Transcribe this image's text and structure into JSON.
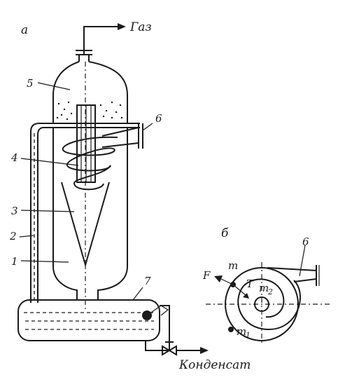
{
  "figure": {
    "panel_a_label": "а",
    "panel_b_label": "б",
    "gas_label": "Газ",
    "condensate_label": "Конденсат",
    "callouts_a": [
      "1",
      "2",
      "3",
      "4",
      "5",
      "6",
      "7"
    ],
    "callouts_b": {
      "nozzle": "6",
      "force": "F",
      "mass_top": "m",
      "tension": "T",
      "mass_2": "m",
      "mass_2_sub": "2",
      "mass_1": "m",
      "mass_1_sub": "1"
    }
  }
}
